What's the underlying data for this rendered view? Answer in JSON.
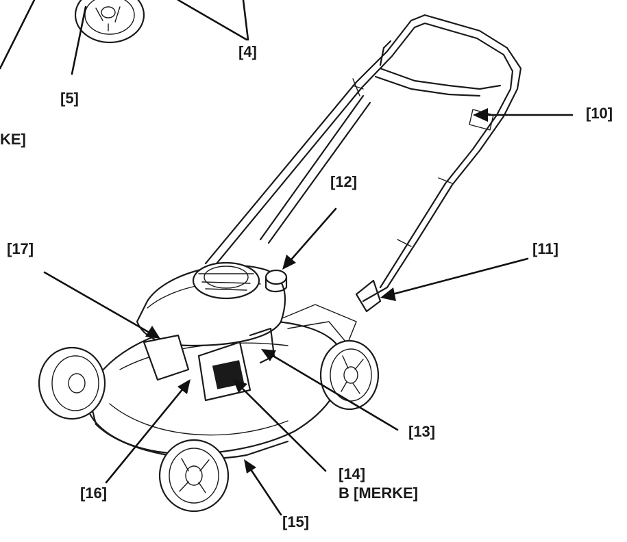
{
  "callouts": {
    "c4": "[4]",
    "c5": "[5]",
    "ke": "KE]",
    "c10": "[10]",
    "c11": "[11]",
    "c12": "[12]",
    "c13": "[13]",
    "c14": "[14]",
    "c14b": "B [MERKE]",
    "c15": "[15]",
    "c16": "[16]",
    "c17": "[17]"
  }
}
